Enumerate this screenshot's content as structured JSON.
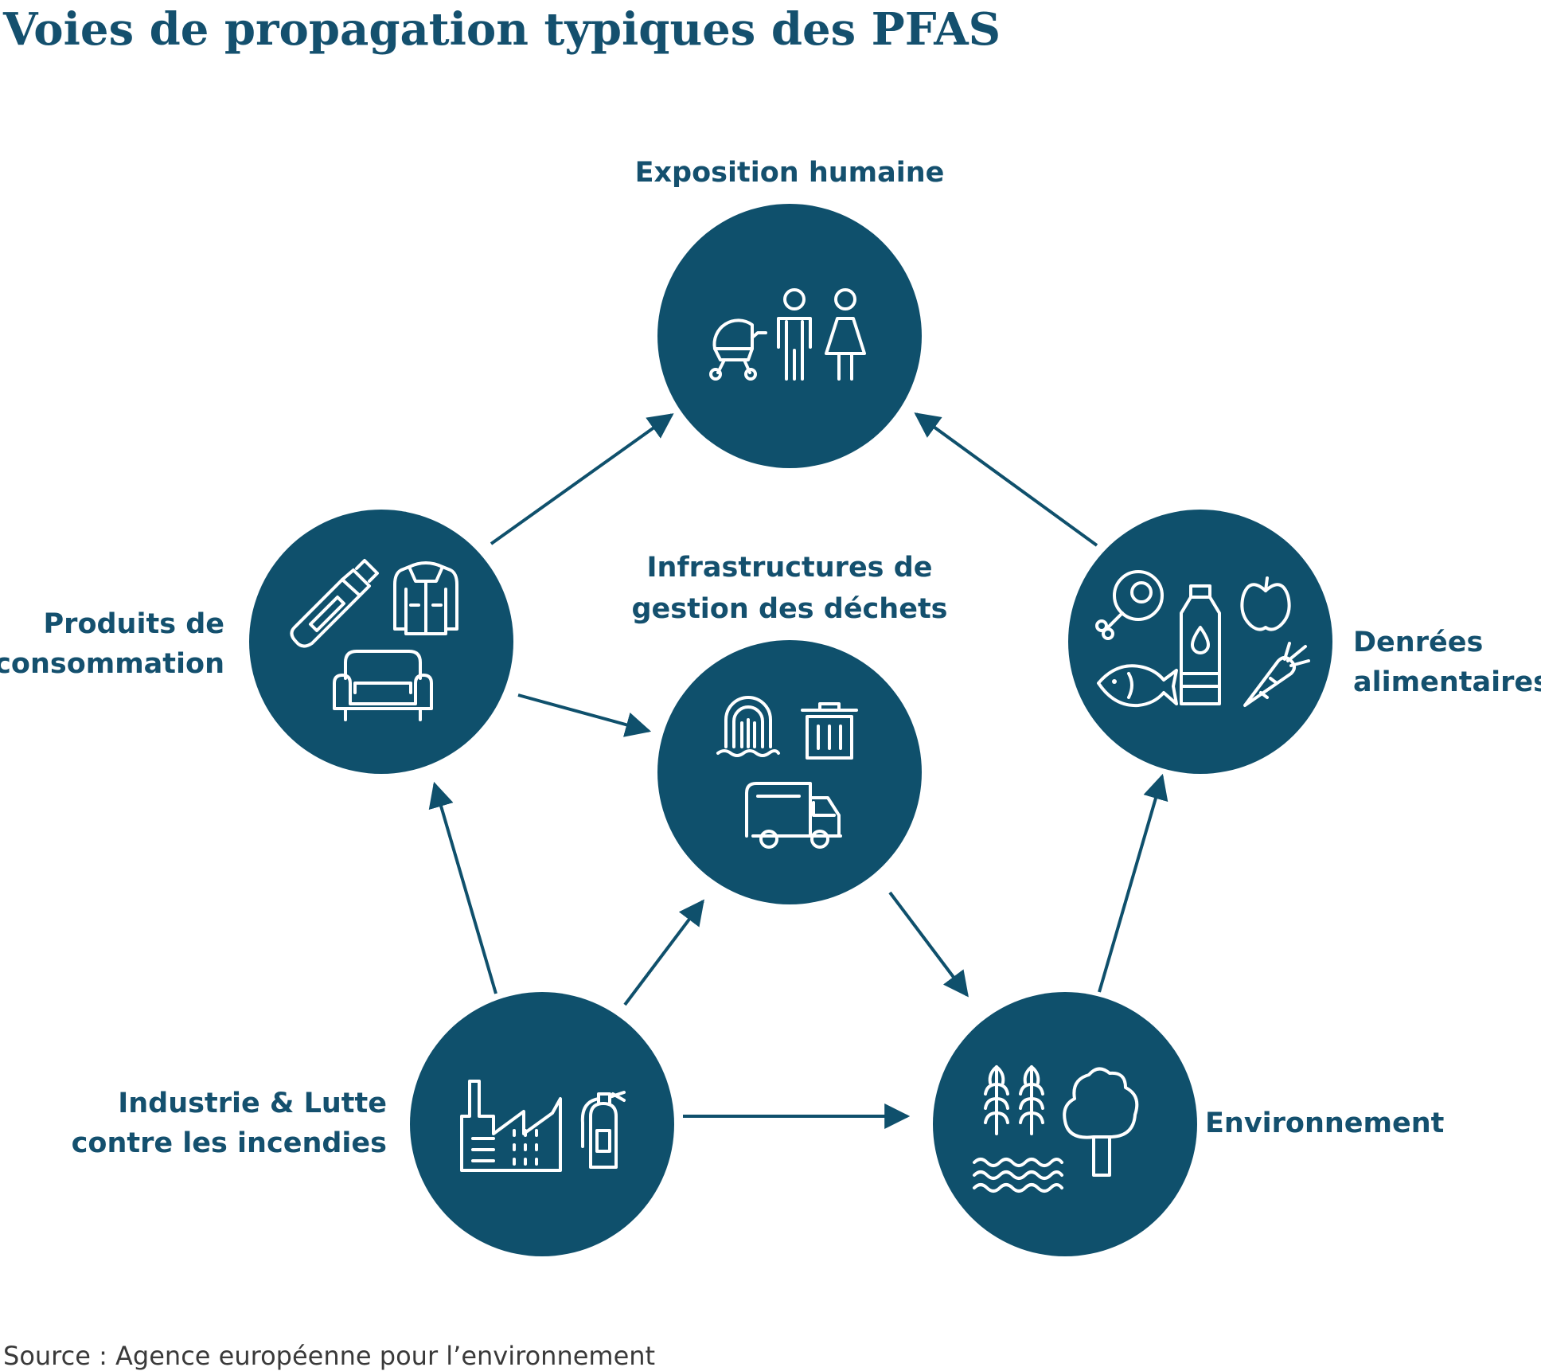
{
  "title": "Voies de propagation typiques des PFAS",
  "source": "Source : Agence européenne pour l’environnement",
  "colors": {
    "node": "#0f506c",
    "text": "#14506e",
    "icon": "#ffffff"
  },
  "nodes": {
    "human": {
      "line1": "Exposition humaine",
      "icons": [
        "baby-stroller-icon",
        "man-icon",
        "woman-icon"
      ]
    },
    "waste": {
      "line1": "Infrastructures de",
      "line2": "gestion des déchets",
      "icons": [
        "sewage-icon",
        "trash-bin-icon",
        "garbage-truck-icon"
      ]
    },
    "consumer": {
      "line1": "Produits de",
      "line2": "consommation",
      "icons": [
        "tube-icon",
        "jacket-icon",
        "sofa-icon"
      ]
    },
    "food": {
      "line1": "Denrées",
      "line2": "alimentaires",
      "icons": [
        "ham-icon",
        "bottle-icon",
        "apple-icon",
        "fish-icon",
        "carrot-icon"
      ]
    },
    "industry": {
      "line1": "Industrie & Lutte",
      "line2": "contre les incendies",
      "icons": [
        "factory-icon",
        "fire-extinguisher-icon"
      ]
    },
    "environment": {
      "line1": "Environnement",
      "icons": [
        "wheat-icon",
        "tree-icon",
        "water-icon"
      ]
    }
  },
  "edges": [
    {
      "from": "industry",
      "to": "consumer"
    },
    {
      "from": "industry",
      "to": "waste"
    },
    {
      "from": "industry",
      "to": "environment"
    },
    {
      "from": "consumer",
      "to": "human"
    },
    {
      "from": "consumer",
      "to": "waste"
    },
    {
      "from": "waste",
      "to": "environment"
    },
    {
      "from": "environment",
      "to": "food"
    },
    {
      "from": "food",
      "to": "human"
    }
  ]
}
